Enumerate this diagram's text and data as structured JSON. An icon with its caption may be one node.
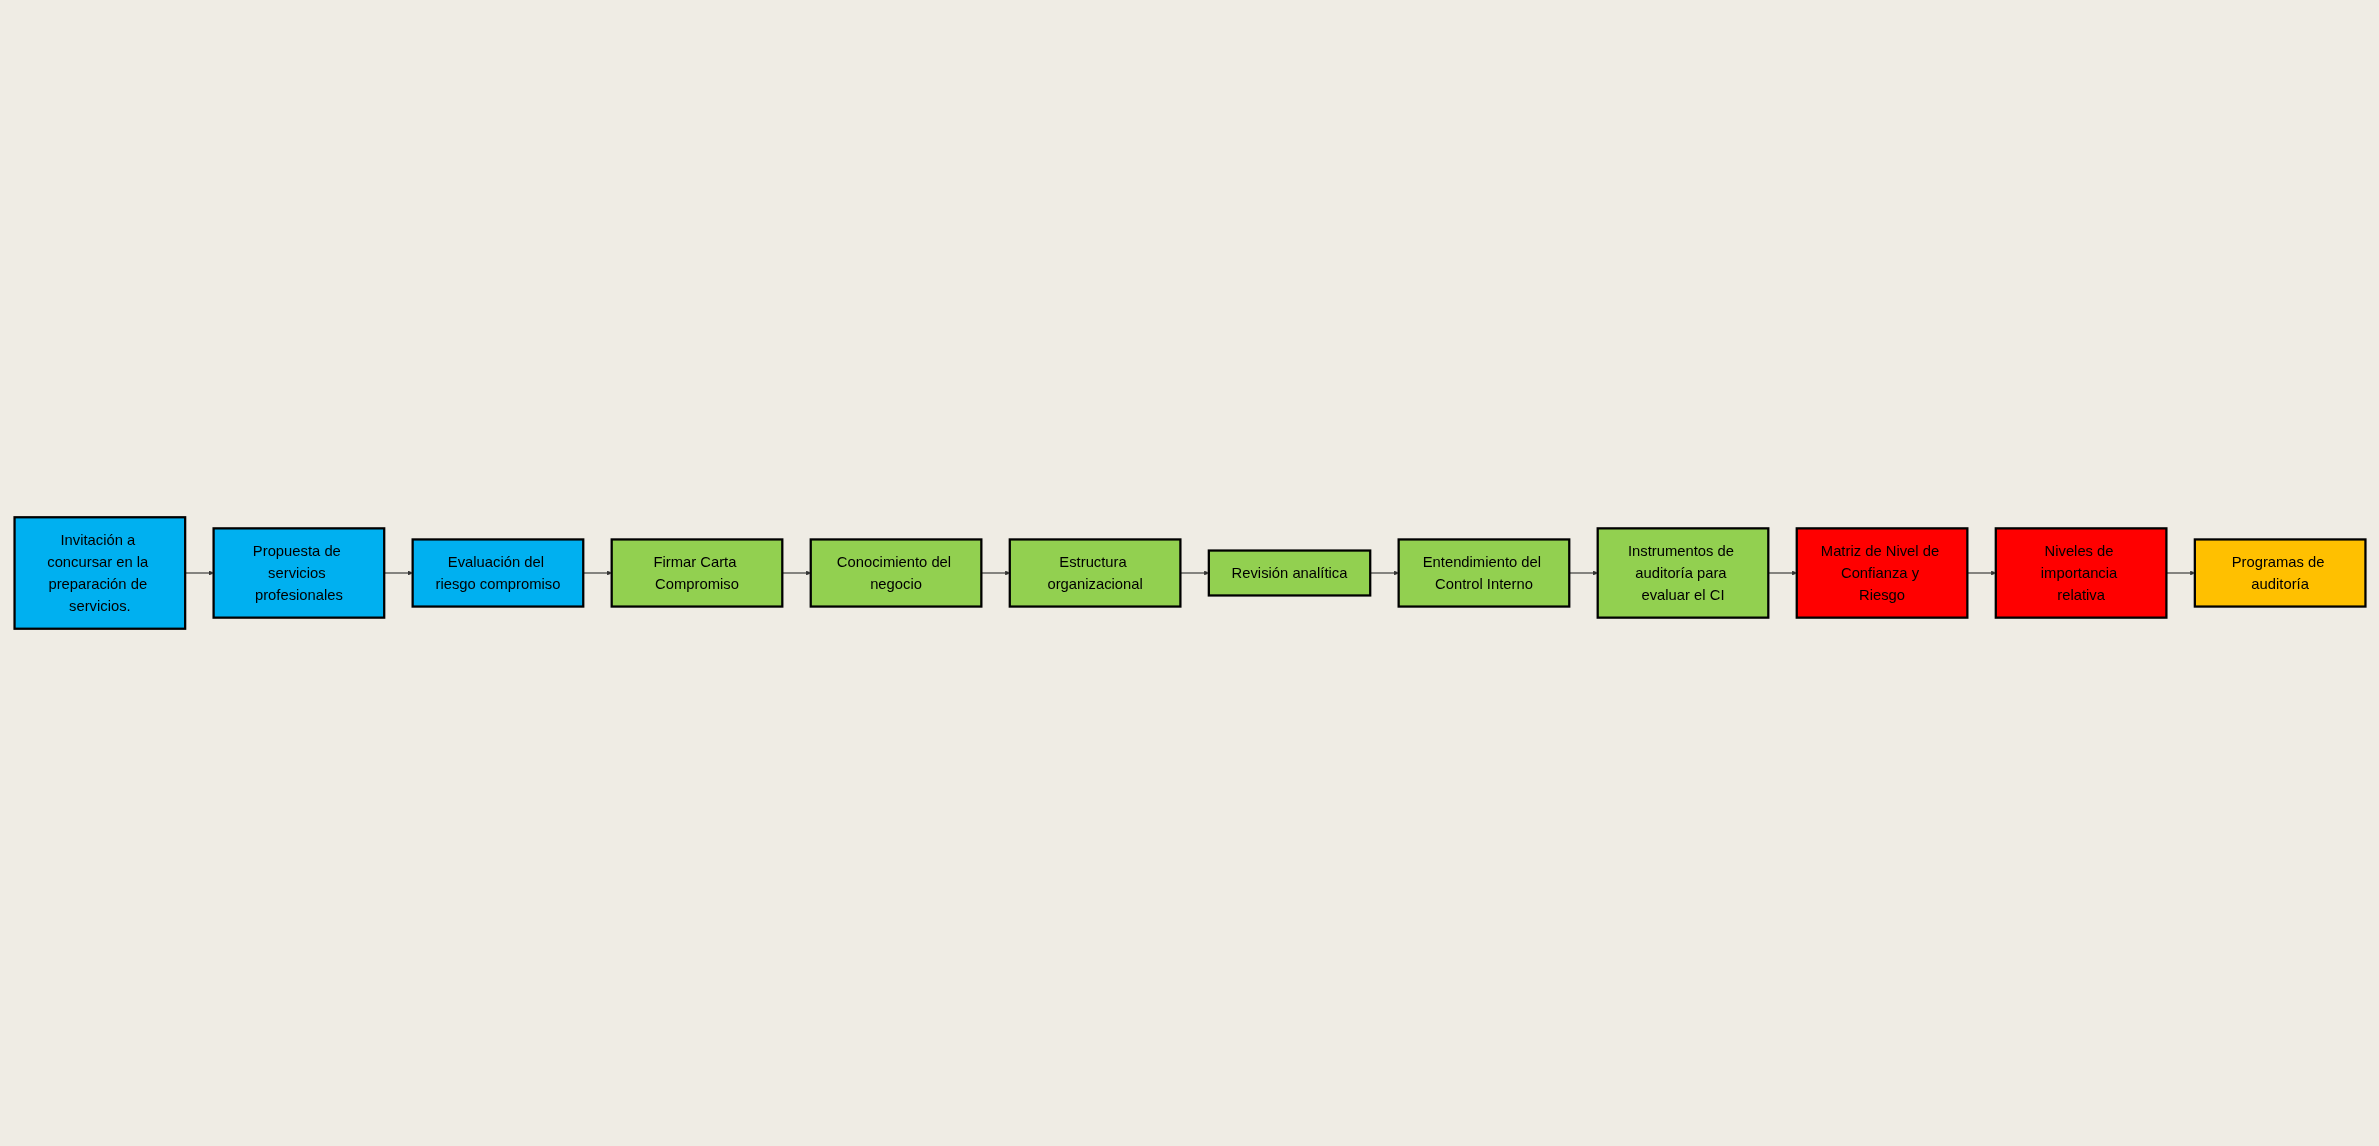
{
  "diagram": {
    "nodes": [
      {
        "text": [
          "Invitación a concursar en la preparación de servicios."
        ]
      },
      {
        "text": [
          "Propuesta de servicios profesionales"
        ]
      },
      {
        "text": [
          "Evaluación del riesgo compromiso"
        ]
      },
      {
        "text": [
          "Firmar Carta Compromiso"
        ]
      },
      {
        "text": [
          "Conocimiento del negocio"
        ]
      },
      {
        "text": [
          "Estructura organizacional"
        ]
      },
      {
        "text": [
          "Revisión analítica"
        ]
      },
      {
        "text": [
          "Entendimiento del Control Interno"
        ]
      },
      {
        "text": [
          "Instrumentos de auditoría para evaluar el CI"
        ]
      },
      {
        "text": [
          "Matriz de Nivel de Confianza y Riesgo"
        ]
      },
      {
        "text": [
          "Niveles de importancia relativa"
        ]
      },
      {
        "text": [
          "Programas de auditoría"
        ]
      }
    ],
    "edges": [
      {
        "from": 0,
        "to": 1,
        "arrow": "to"
      },
      {
        "from": 1,
        "to": 2,
        "arrow": "to"
      },
      {
        "from": 2,
        "to": 3,
        "arrow": "to"
      },
      {
        "from": 3,
        "to": 4,
        "arrow": "to"
      },
      {
        "from": 4,
        "to": 5,
        "arrow": "to"
      },
      {
        "from": 5,
        "to": 6,
        "arrow": "to"
      },
      {
        "from": 6,
        "to": 7,
        "arrow": "to"
      },
      {
        "from": 7,
        "to": 8,
        "arrow": "to"
      },
      {
        "from": 8,
        "to": 9,
        "arrow": "to"
      },
      {
        "from": 9,
        "to": 10,
        "arrow": "to"
      },
      {
        "from": 10,
        "to": 11,
        "arrow": "to"
      }
    ]
  }
}
